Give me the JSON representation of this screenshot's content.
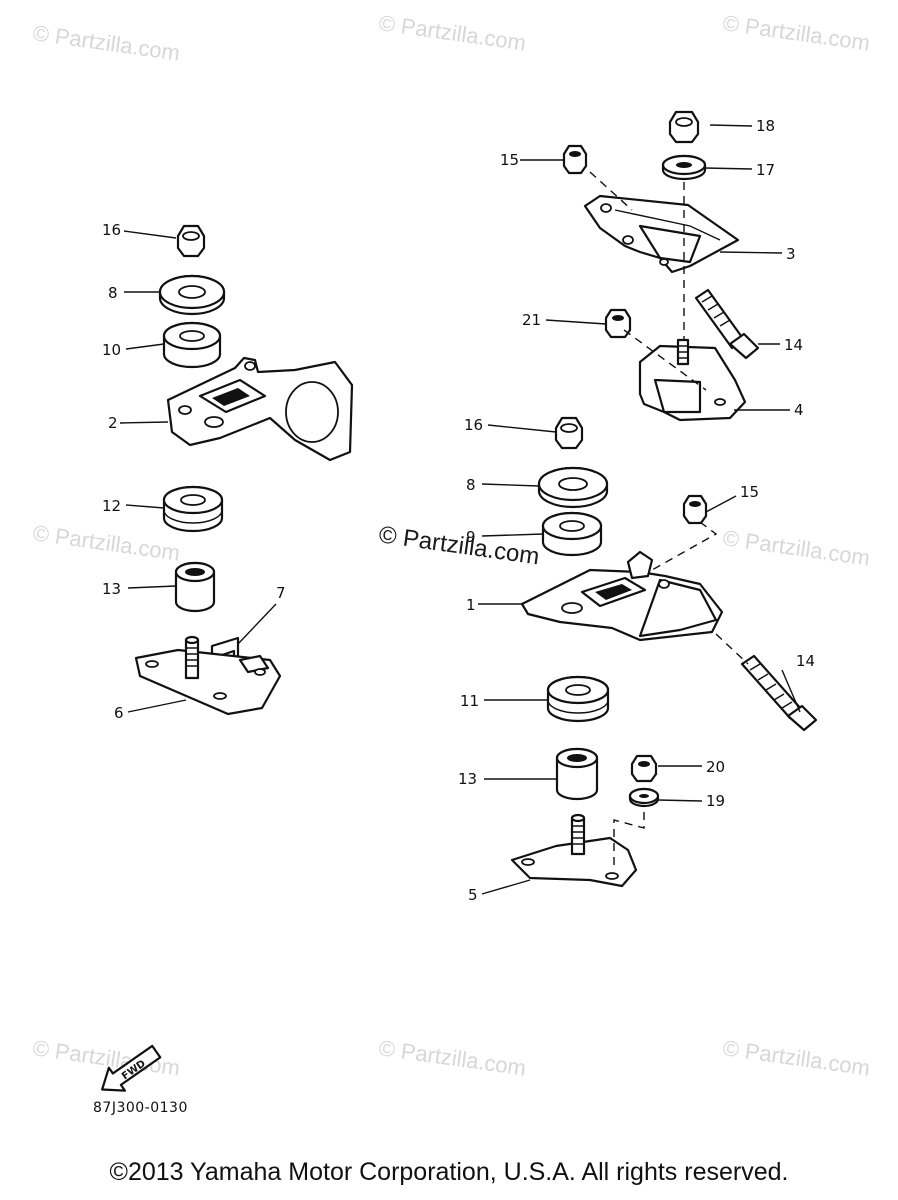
{
  "watermark_text": "© Partzilla.com",
  "callouts": {
    "c1": "1",
    "c2": "2",
    "c3": "3",
    "c4": "4",
    "c5": "5",
    "c6": "6",
    "c7": "7",
    "c8": "8",
    "c9": "9",
    "c10": "10",
    "c11": "11",
    "c12": "12",
    "c13": "13",
    "c14": "14",
    "c15": "15",
    "c16": "16",
    "c17": "17",
    "c18": "18",
    "c19": "19",
    "c20": "20",
    "c21": "21"
  },
  "fwd_label": "FWD",
  "diagram_code": "87J300-0130",
  "copyright": "©2013 Yamaha Motor Corporation, U.S.A. All rights reserved."
}
